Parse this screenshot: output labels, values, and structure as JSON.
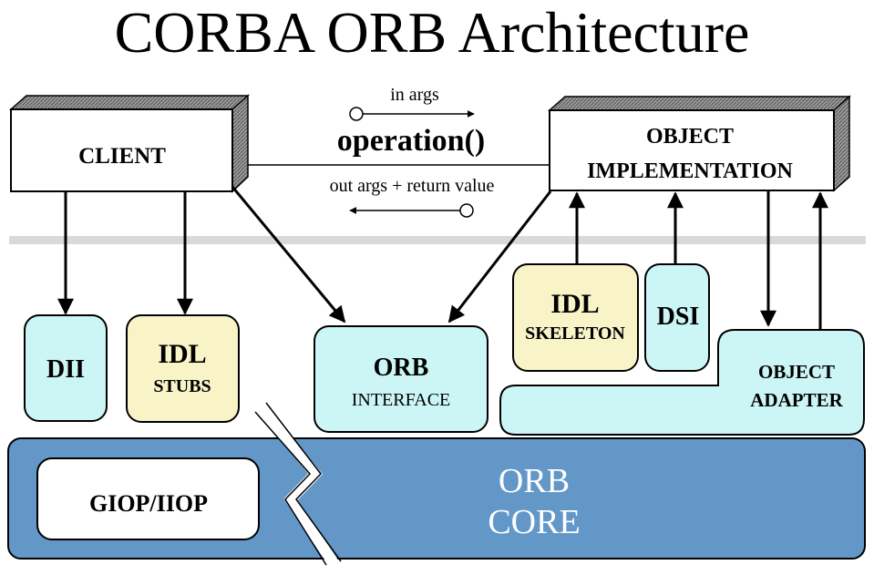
{
  "title": "CORBA ORB Architecture",
  "colors": {
    "cyan_box": "#ccf5f5",
    "yellow_box": "#f8f4c8",
    "orb_core": "#6397c8",
    "separator": "#d9d9d9",
    "shadow": "#7f7f7f"
  },
  "client": {
    "label": "CLIENT"
  },
  "object_implementation": {
    "line1": "OBJECT",
    "line2": "IMPLEMENTATION"
  },
  "invocation": {
    "in_args": "in args",
    "operation": "operation()",
    "out_args": "out args + return value"
  },
  "dii": {
    "label": "DII"
  },
  "idl_stubs": {
    "line1": "IDL",
    "line2": "STUBS"
  },
  "orb_interface": {
    "line1": "ORB",
    "line2": "INTERFACE"
  },
  "idl_skeleton": {
    "line1": "IDL",
    "line2": "SKELETON"
  },
  "dsi": {
    "label": "DSI"
  },
  "object_adapter": {
    "line1": "OBJECT",
    "line2": "ADAPTER"
  },
  "giop": {
    "label": "GIOP/IIOP"
  },
  "orb_core": {
    "line1": "ORB",
    "line2": "CORE"
  }
}
